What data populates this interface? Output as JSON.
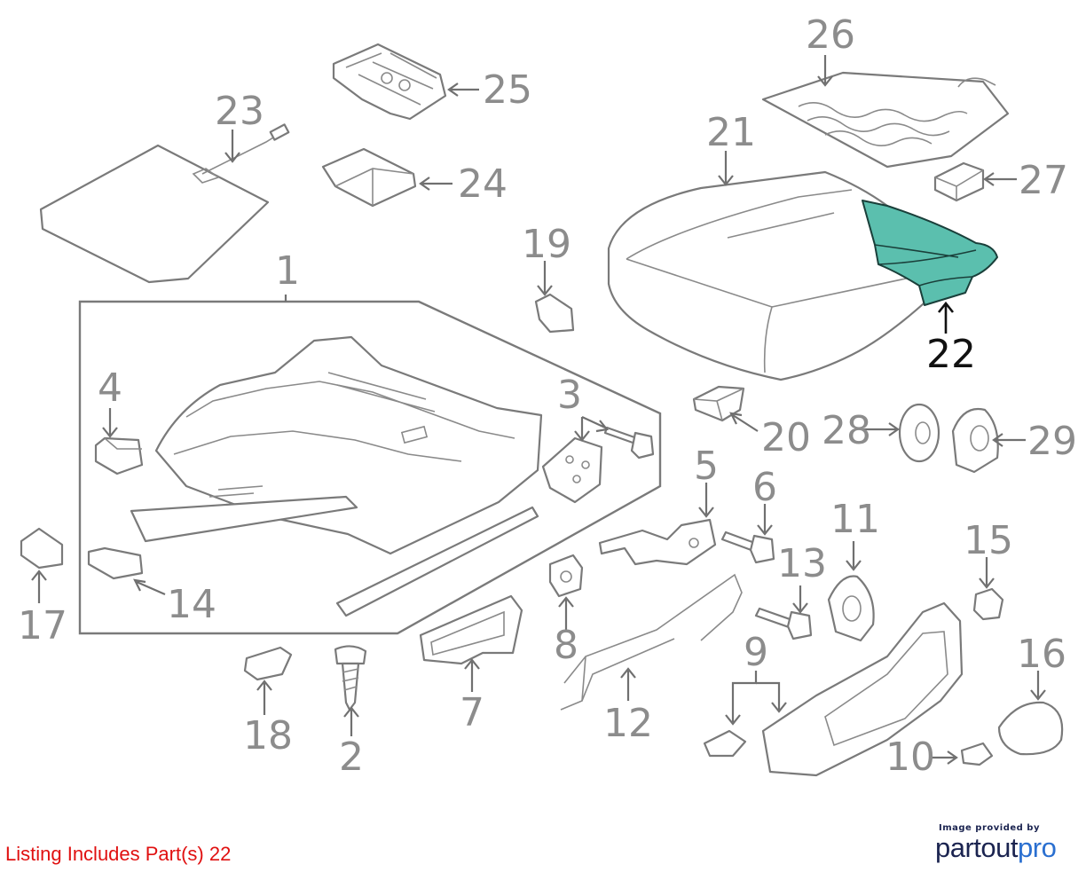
{
  "callouts": {
    "c1": "1",
    "c2": "2",
    "c3": "3",
    "c4": "4",
    "c5": "5",
    "c6": "6",
    "c7": "7",
    "c8": "8",
    "c9": "9",
    "c10": "10",
    "c11": "11",
    "c12": "12",
    "c13": "13",
    "c14": "14",
    "c15": "15",
    "c16": "16",
    "c17": "17",
    "c18": "18",
    "c19": "19",
    "c20": "20",
    "c21": "21",
    "c22": "22",
    "c23": "23",
    "c24": "24",
    "c25": "25",
    "c26": "26",
    "c27": "27",
    "c28": "28",
    "c29": "29"
  },
  "highlight": {
    "part": "22",
    "color": "#5bbfae"
  },
  "footer": {
    "listing": "Listing Includes Part(s) 22",
    "provided_by": "Image provided by",
    "brand_part": "partout",
    "brand_accent": "pro",
    "listing_color": "#e01010",
    "brand_color": "#1b2450",
    "accent_color": "#2a6fd0"
  }
}
